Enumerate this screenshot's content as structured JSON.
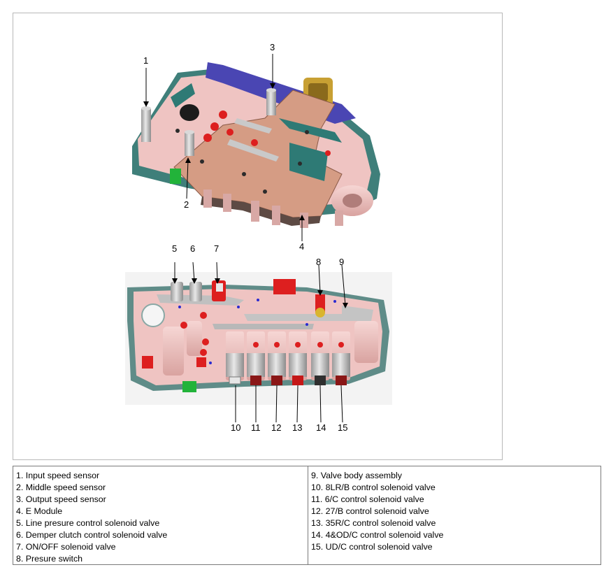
{
  "callouts": [
    "1",
    "2",
    "3",
    "4",
    "5",
    "6",
    "7",
    "8",
    "9",
    "10",
    "11",
    "12",
    "13",
    "14",
    "15"
  ],
  "legend": {
    "left": [
      "1. Input speed sensor",
      "2. Middle speed sensor",
      "3. Output speed sensor",
      "4. E Module",
      "5. Line presure control solenoid valve",
      "6. Demper clutch control solenoid valve",
      "7. ON/OFF solenoid valve",
      "8. Presure switch"
    ],
    "right": [
      "9. Valve body assembly",
      "10. 8LR/B control solenoid valve",
      "11. 6/C control solenoid valve",
      "12. 27/B control solenoid valve",
      "13. 35R/C control solenoid valve",
      "14. 4&OD/C control solenoid valve",
      "15. UD/C control solenoid valve"
    ]
  },
  "colors": {
    "body": "#efc4c2",
    "body_shade": "#c98f8c",
    "module": "#d59c84",
    "bracket": "#2e7a75",
    "solenoid_red": "#dd1f1f",
    "harness_blue": "#4a46b3",
    "connector_gold": "#c8a033",
    "green_plug": "#22b33a",
    "sensor_gray": "#b9b9b9"
  }
}
